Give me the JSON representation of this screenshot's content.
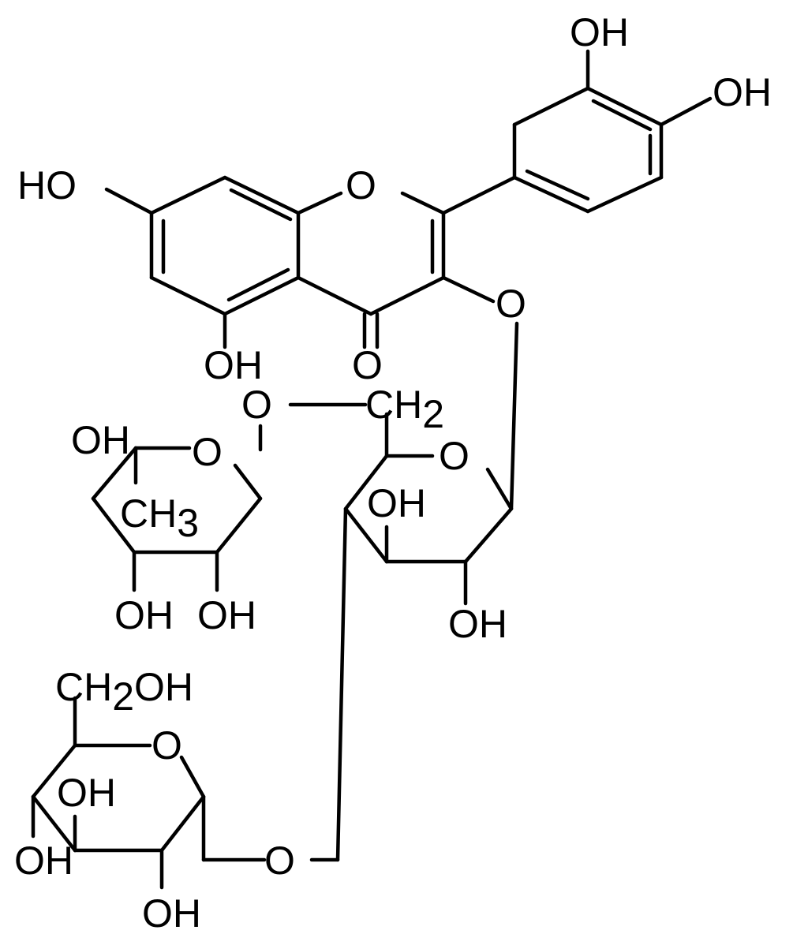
{
  "labels": {
    "oh_top": "OH",
    "oh_right": "OH",
    "ho_left": "HO",
    "o_ring": "O",
    "oh_5": "OH",
    "o_carbonyl": "O",
    "o_link3": "O",
    "o_link6": "O",
    "ch2_c": "CH",
    "ch2_sub": "2",
    "o_rha_ring": "O",
    "oh_rha_top": "OH",
    "ch3_c": "CH",
    "ch3_sub": "3",
    "oh_rha_b1": "OH",
    "oh_rha_b2": "OH",
    "o_glc_ring": "O",
    "oh_glc_mid": "OH",
    "oh_glc_bot": "OH",
    "ch2oh_a": "CH",
    "ch2oh_sub": "2",
    "ch2oh_b": "OH",
    "o_gal_ring": "O",
    "oh_gal_mid": "OH",
    "oh_gal_left": "OH",
    "o_gal_link": "O",
    "oh_gal_bot": "OH"
  }
}
